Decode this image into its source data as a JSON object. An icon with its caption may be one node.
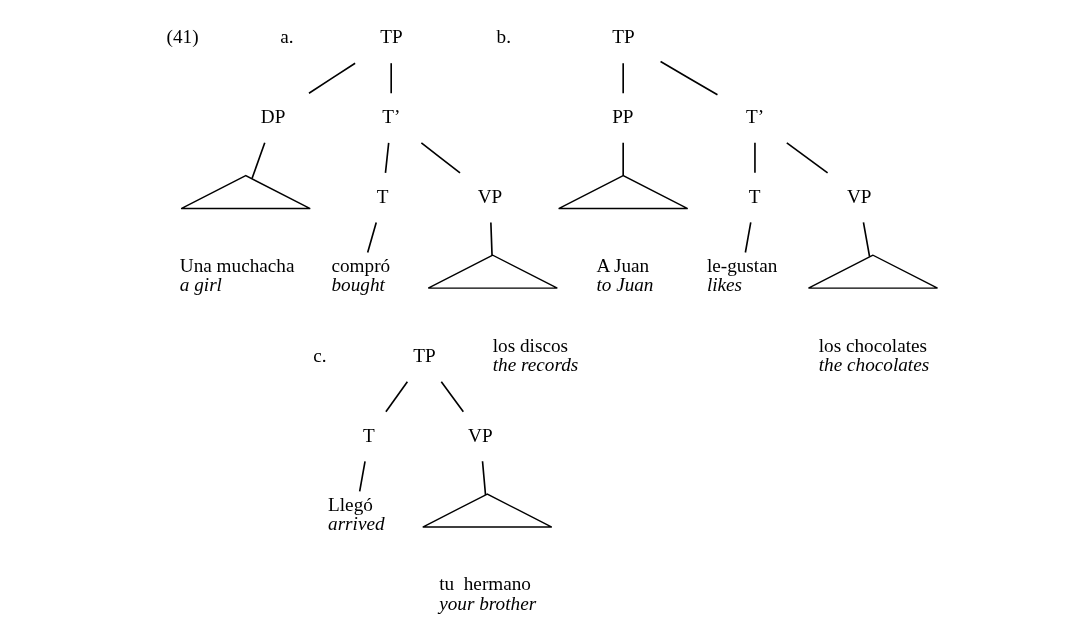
{
  "diagram": {
    "nodes": [
      {
        "text": [
          "TP"
        ]
      },
      {
        "text": [
          "DP"
        ]
      },
      {
        "text": [
          "T’"
        ]
      },
      {
        "text": [],
        "shape": "triangle"
      },
      {
        "text": [
          "Una muchacha",
          "a girl"
        ]
      },
      {
        "text": [
          "T"
        ]
      },
      {
        "text": [
          "VP"
        ]
      },
      {
        "text": [],
        "shape": "triangle"
      },
      {
        "text": [
          "compró",
          "bought"
        ]
      },
      {
        "text": [
          "los discos",
          "the records"
        ]
      },
      {
        "text": [
          "TP"
        ]
      },
      {
        "text": [
          "PP"
        ]
      },
      {
        "text": [
          "T’"
        ]
      },
      {
        "text": [],
        "shape": "triangle"
      },
      {
        "text": [
          "A Juan",
          "to Juan"
        ]
      },
      {
        "text": [
          "T"
        ]
      },
      {
        "text": [
          "VP"
        ]
      },
      {
        "text": [],
        "shape": "triangle"
      },
      {
        "text": [
          "le-gustan",
          "likes"
        ]
      },
      {
        "text": [
          "los chocolates",
          "the chocolates"
        ]
      },
      {
        "text": [
          "TP"
        ]
      },
      {
        "text": [
          "T"
        ]
      },
      {
        "text": [
          "VP"
        ]
      },
      {
        "text": [],
        "shape": "triangle"
      },
      {
        "text": [
          "Llegó",
          "arrived"
        ]
      },
      {
        "text": [
          "tu  hermano",
          "your brother"
        ]
      }
    ],
    "edges": [
      {
        "from": 0,
        "to": 1,
        "arrow": "none"
      },
      {
        "from": 0,
        "to": 2,
        "arrow": "none"
      },
      {
        "from": 1,
        "to": 3,
        "arrow": "none"
      },
      {
        "from": 2,
        "to": 5,
        "arrow": "none"
      },
      {
        "from": 2,
        "to": 6,
        "arrow": "none"
      },
      {
        "from": 6,
        "to": 7,
        "arrow": "none"
      },
      {
        "from": 5,
        "to": 8,
        "arrow": "none"
      },
      {
        "from": 10,
        "to": 11,
        "arrow": "none"
      },
      {
        "from": 10,
        "to": 12,
        "arrow": "none"
      },
      {
        "from": 11,
        "to": 13,
        "arrow": "none"
      },
      {
        "from": 12,
        "to": 15,
        "arrow": "none"
      },
      {
        "from": 12,
        "to": 16,
        "arrow": "none"
      },
      {
        "from": 16,
        "to": 17,
        "arrow": "none"
      },
      {
        "from": 15,
        "to": 18,
        "arrow": "none"
      },
      {
        "from": 20,
        "to": 21,
        "arrow": "none"
      },
      {
        "from": 20,
        "to": 22,
        "arrow": "none"
      },
      {
        "from": 22,
        "to": 23,
        "arrow": "none"
      },
      {
        "from": 21,
        "to": 24,
        "arrow": "none"
      }
    ],
    "labels": [
      "(41)",
      "a.",
      "b.",
      "c."
    ]
  }
}
